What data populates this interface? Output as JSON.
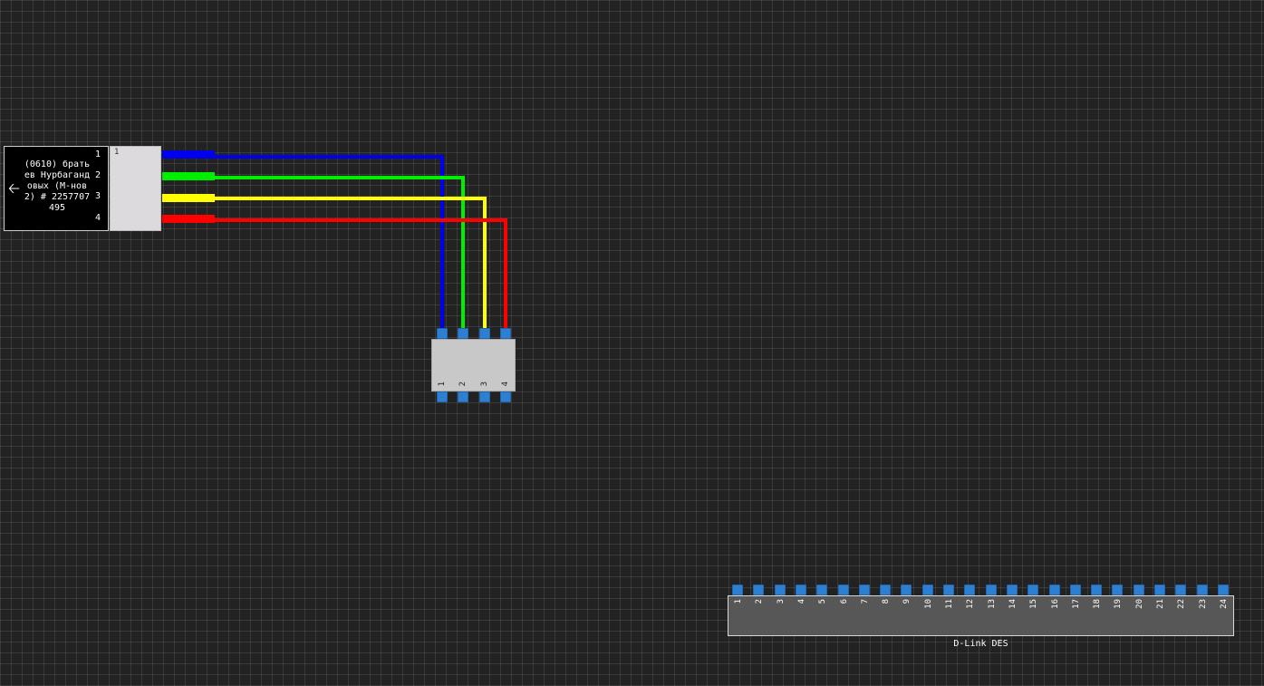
{
  "cable": {
    "icon": "arrow-left-icon",
    "label": "(0610) братьев Нурбагандовых (М-нов 2) # 2257707495",
    "fibers": [
      {
        "num": "1",
        "color": "#0000ee"
      },
      {
        "num": "2",
        "color": "#00ee00"
      },
      {
        "num": "3",
        "color": "#ffff00"
      },
      {
        "num": "4",
        "color": "#ff0000"
      }
    ]
  },
  "patch_panel": {
    "number": "1"
  },
  "coupler": {
    "ports": [
      "1",
      "2",
      "3",
      "4"
    ]
  },
  "switch": {
    "name": "D-Link DES",
    "ports": [
      "1",
      "2",
      "3",
      "4",
      "5",
      "6",
      "7",
      "8",
      "9",
      "10",
      "11",
      "12",
      "13",
      "14",
      "15",
      "16",
      "17",
      "18",
      "19",
      "20",
      "21",
      "22",
      "23",
      "24"
    ],
    "port_color": "#2f7fd1"
  }
}
